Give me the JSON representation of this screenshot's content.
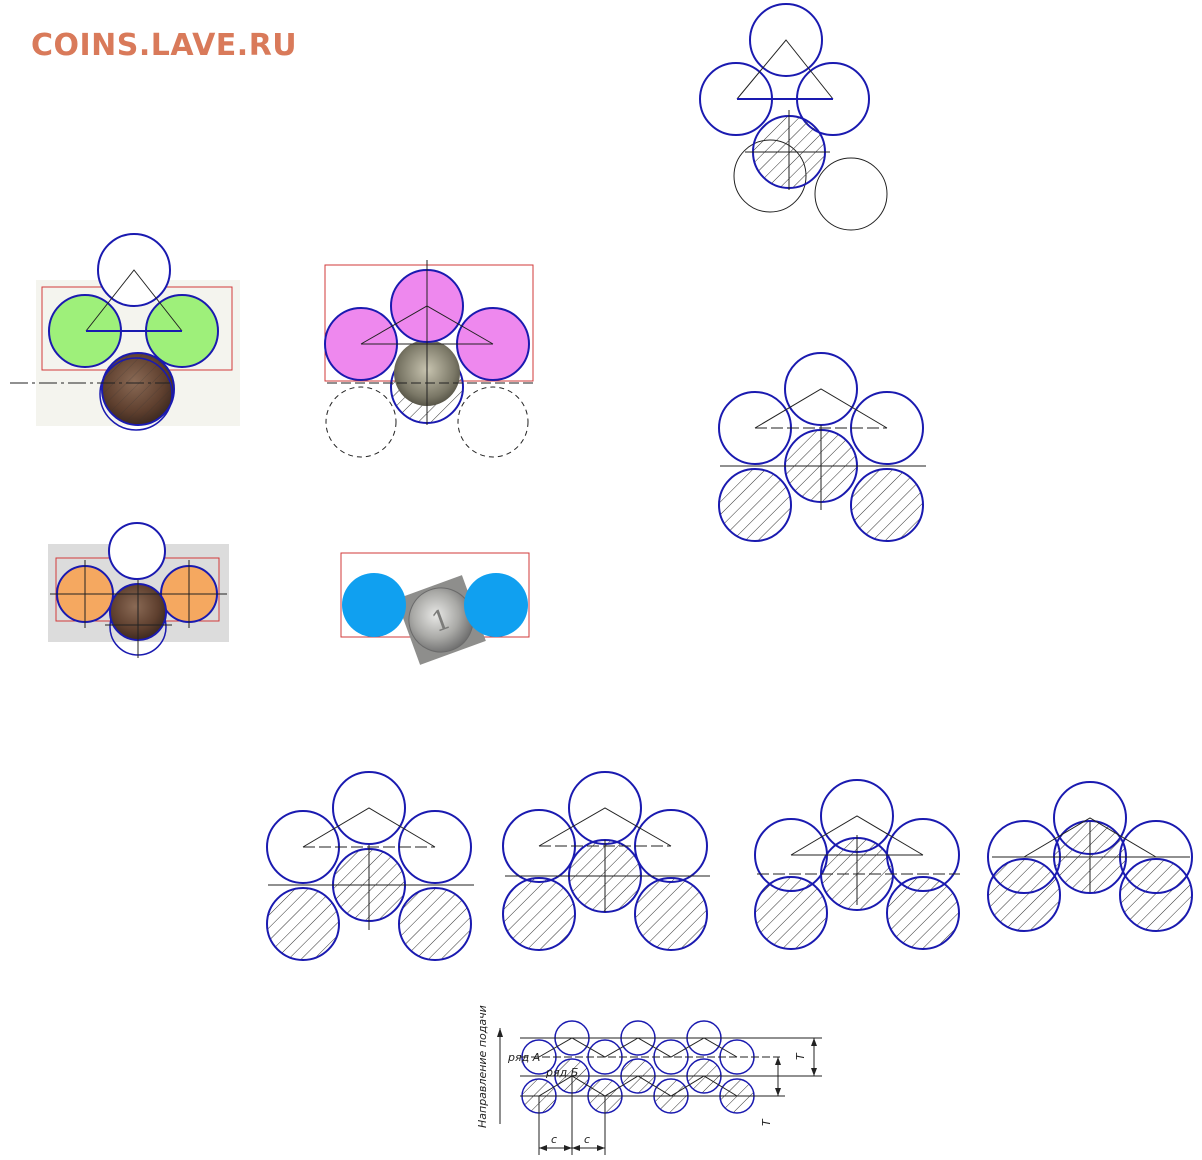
{
  "watermark": {
    "text": "COINS.LAVE.RU",
    "color": "#d97a5a"
  },
  "colors": {
    "circle_stroke": "#1a1ab0",
    "hatch": "#333333",
    "frame_red": "#d23a3a",
    "green_fill": "#9ef07a",
    "pink_fill": "#ee88ee",
    "orange_fill": "#f5a860",
    "blue_fill": "#10a0f0",
    "coin_bronze": "#6b4a38",
    "coin_silver": "#9a9a98"
  },
  "bottom_diagram": {
    "vertical_label": "Направление подачи",
    "row_a_label": "ряд А",
    "row_b_label": "ряд Б",
    "dim_t": "Т",
    "dim_c": "с"
  }
}
